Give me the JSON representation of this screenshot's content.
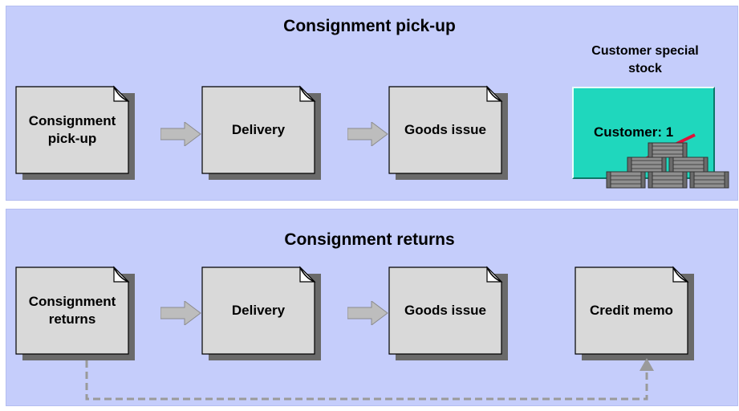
{
  "top": {
    "title": "Consignment pick-up",
    "docs": [
      "Consignment\npick-up",
      "Delivery",
      "Goods issue"
    ],
    "stock_caption": "Customer special\nstock",
    "stock_label": "Customer: 1"
  },
  "bottom": {
    "title": "Consignment returns",
    "docs": [
      "Consignment\nreturns",
      "Delivery",
      "Goods issue",
      "Credit memo"
    ]
  },
  "colors": {
    "panel": "#c5cdfb",
    "document": "#d9d9d9",
    "stock": "#1fd7bd",
    "arrow": "#bdbdbd",
    "marker": "#e0103a"
  },
  "icons": [
    "document-icon",
    "arrow-right-icon",
    "crates-icon",
    "dashed-connector"
  ]
}
